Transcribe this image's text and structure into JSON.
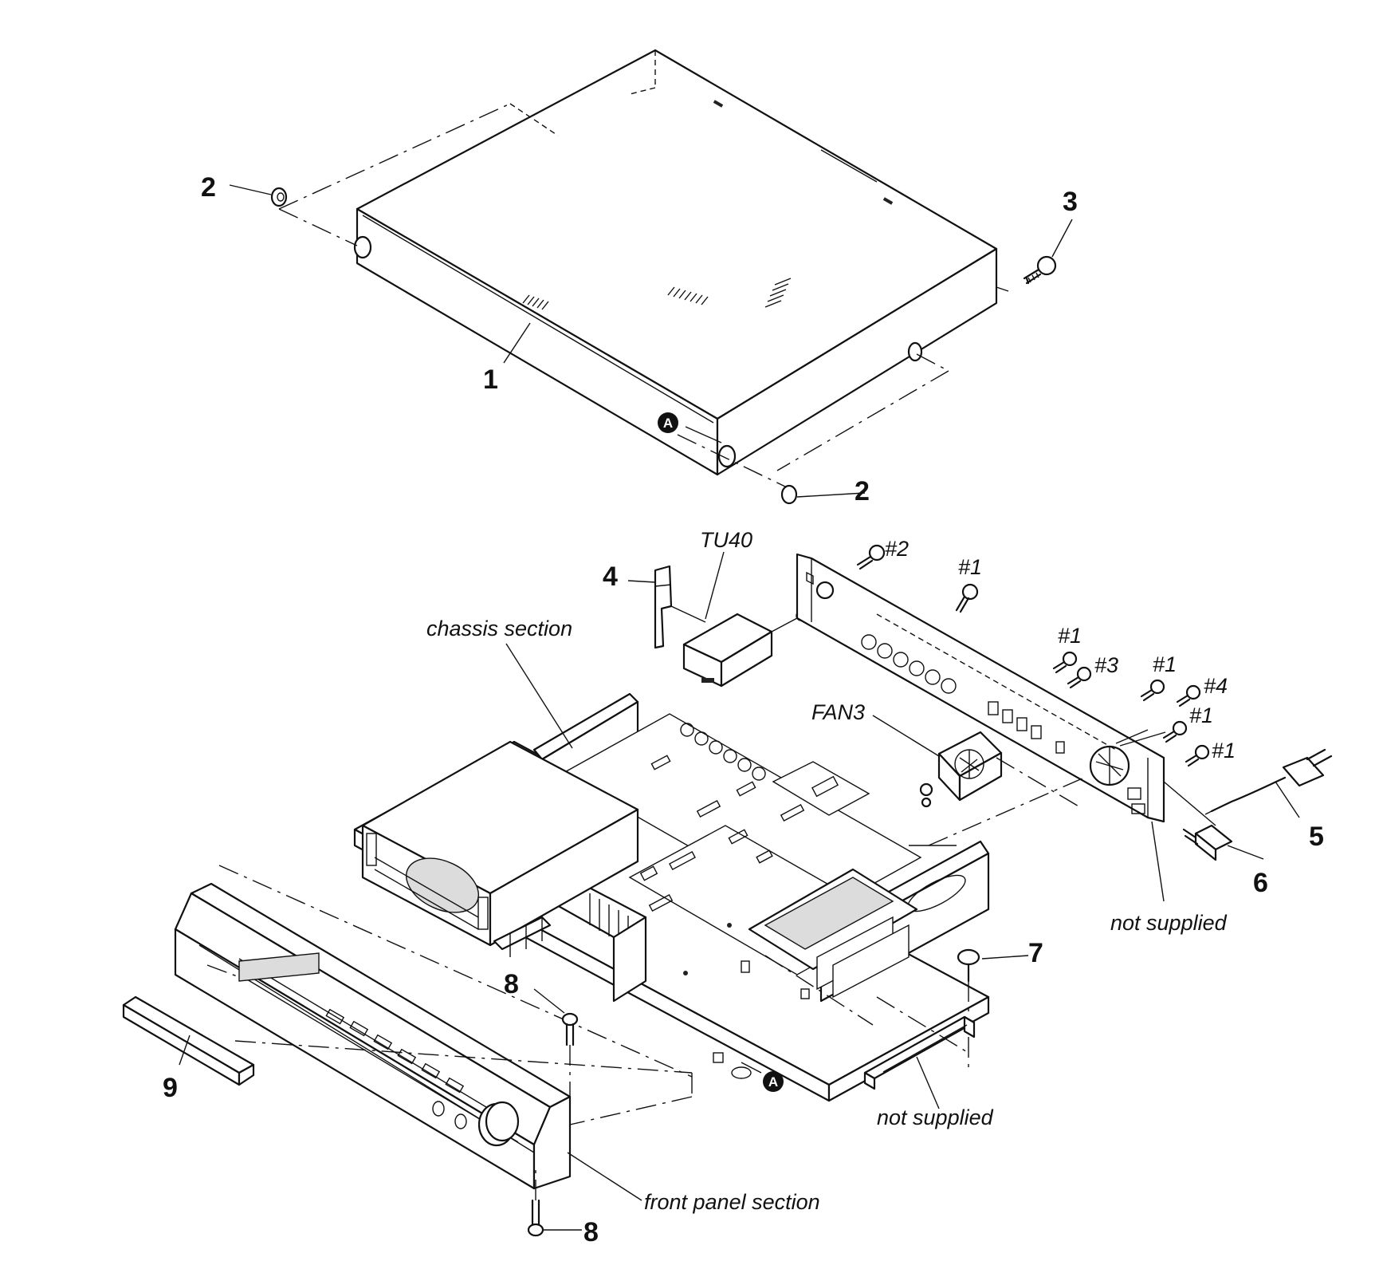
{
  "callouts": {
    "c1": "1",
    "c2": "2",
    "c3": "3",
    "c4": "4",
    "c5": "5",
    "c6": "6",
    "c7": "7",
    "c8": "8",
    "c9": "9"
  },
  "labels": {
    "chassis_section": "chassis section",
    "front_panel_section": "front panel section",
    "not_supplied": "not supplied",
    "tu40": "TU40",
    "fan3": "FAN3"
  },
  "screw_refs": {
    "s1": "#1",
    "s2": "#2",
    "s3": "#3",
    "s4": "#4"
  },
  "marker": "A"
}
